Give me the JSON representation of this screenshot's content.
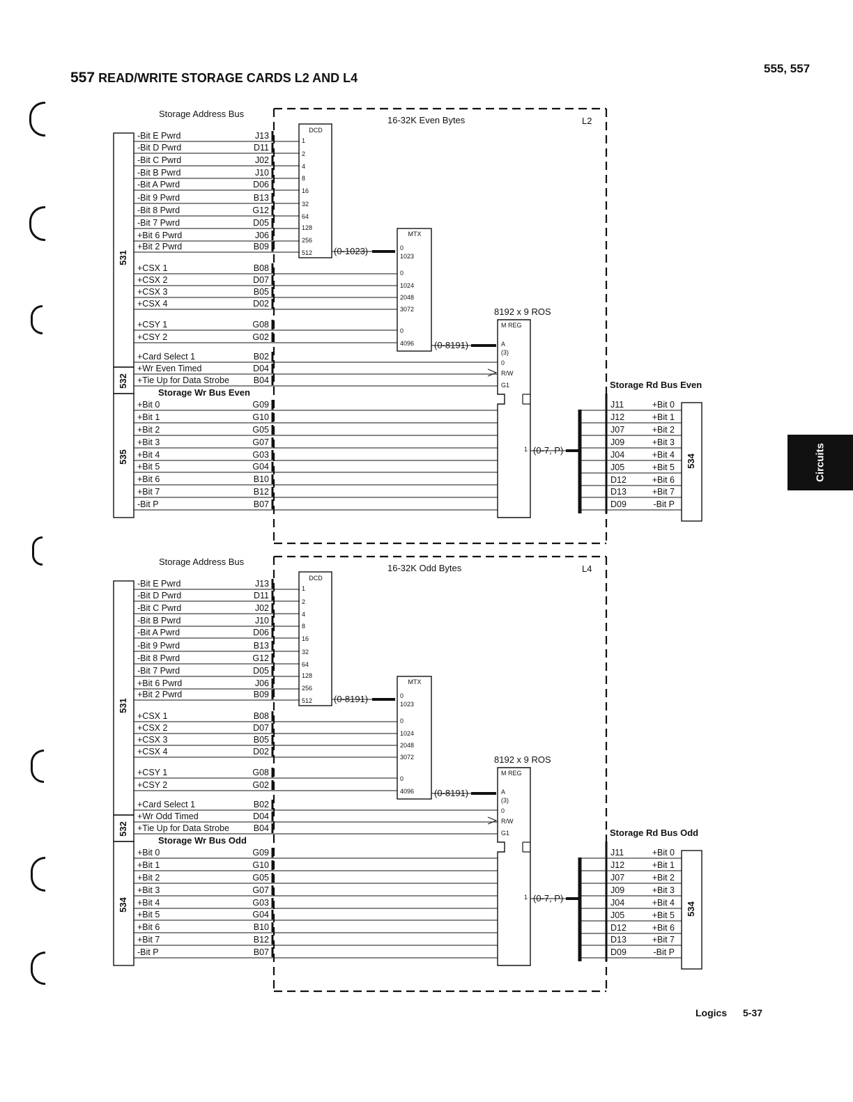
{
  "header": {
    "title_number": "557",
    "title_text": "READ/WRITE STORAGE CARDS L2 AND L4",
    "page_ref": "555, 557"
  },
  "side_tab": "Circuits",
  "footer": {
    "section": "Logics",
    "page": "5-37"
  },
  "blocks": [
    {
      "id": "l2",
      "board": "L2",
      "board_title": "16-32K Even Bytes",
      "addr_bus_label": "Storage Address Bus",
      "wr_bus_label": "Storage Wr Bus Even",
      "rd_bus_label": "Storage Rd Bus Even",
      "dcd_range": "(0-1023)",
      "mtx_range": "(0-8191)",
      "data_range": "(0-7, P)",
      "ros_title": "8192 x 9 ROS",
      "left_cards": [
        "531",
        "532",
        "535"
      ],
      "right_card": "534",
      "wr_timed_label": "+Wr Even Timed"
    },
    {
      "id": "l4",
      "board": "L4",
      "board_title": "16-32K Odd Bytes",
      "addr_bus_label": "Storage Address Bus",
      "wr_bus_label": "Storage Wr Bus Odd",
      "rd_bus_label": "Storage Rd Bus Odd",
      "dcd_range": "(0-8191)",
      "mtx_range": "(0-8191)",
      "data_range": "(0-7, P)",
      "ros_title": "8192 x 9 ROS",
      "left_cards": [
        "531",
        "532",
        "534"
      ],
      "right_card": "534",
      "wr_timed_label": "+Wr Odd Timed"
    }
  ],
  "addr_signals": [
    {
      "name": "-Bit E Pwrd",
      "pin": "J13"
    },
    {
      "name": "-Bit D Pwrd",
      "pin": "D11"
    },
    {
      "name": "-Bit C Pwrd",
      "pin": "J02"
    },
    {
      "name": "-Bit B Pwrd",
      "pin": "J10"
    },
    {
      "name": "-Bit A Pwrd",
      "pin": "D06"
    },
    {
      "name": "-Bit 9 Pwrd",
      "pin": "B13"
    },
    {
      "name": "-Bit 8 Pwrd",
      "pin": "G12"
    },
    {
      "name": "-Bit 7 Pwrd",
      "pin": "D05"
    },
    {
      "name": "+Bit 6 Pwrd",
      "pin": "J06"
    },
    {
      "name": "+Bit 2 Pwrd",
      "pin": "B09"
    }
  ],
  "csx_signals": [
    {
      "name": "+CSX 1",
      "pin": "B08"
    },
    {
      "name": "+CSX 2",
      "pin": "D07"
    },
    {
      "name": "+CSX 3",
      "pin": "B05"
    },
    {
      "name": "+CSX 4",
      "pin": "D02"
    }
  ],
  "csy_signals": [
    {
      "name": "+CSY 1",
      "pin": "G08"
    },
    {
      "name": "+CSY 2",
      "pin": "G02"
    }
  ],
  "control_signals": [
    {
      "name": "+Card Select 1",
      "pin": "B02"
    },
    {
      "name": "+Wr Timed",
      "pin": "D04"
    },
    {
      "name": "+Tie Up for Data Strobe",
      "pin": "B04"
    }
  ],
  "wr_bus_signals": [
    {
      "name": "+Bit 0",
      "pin": "G09"
    },
    {
      "name": "+Bit 1",
      "pin": "G10"
    },
    {
      "name": "+Bit 2",
      "pin": "G05"
    },
    {
      "name": "+Bit 3",
      "pin": "G07"
    },
    {
      "name": "+Bit 4",
      "pin": "G03"
    },
    {
      "name": "+Bit 5",
      "pin": "G04"
    },
    {
      "name": "+Bit 6",
      "pin": "B10"
    },
    {
      "name": "+Bit 7",
      "pin": "B12"
    },
    {
      "name": "-Bit P",
      "pin": "B07"
    }
  ],
  "rd_bus_signals": [
    {
      "name": "+Bit 0",
      "pin": "J11"
    },
    {
      "name": "+Bit 1",
      "pin": "J12"
    },
    {
      "name": "+Bit 2",
      "pin": "J07"
    },
    {
      "name": "+Bit 3",
      "pin": "J09"
    },
    {
      "name": "+Bit 4",
      "pin": "J04"
    },
    {
      "name": "+Bit 5",
      "pin": "J05"
    },
    {
      "name": "+Bit 6",
      "pin": "D12"
    },
    {
      "name": "+Bit 7",
      "pin": "D13"
    },
    {
      "name": "-Bit P",
      "pin": "D09"
    }
  ],
  "dcd": {
    "label": "DCD",
    "inputs": [
      "1",
      "2",
      "4",
      "8",
      "16",
      "32",
      "64",
      "128",
      "256",
      "512"
    ]
  },
  "mtx": {
    "label": "MTX",
    "inputs": [
      "0",
      "1023",
      "0",
      "1024",
      "2048",
      "3072",
      "0",
      "4096"
    ]
  },
  "mreg": {
    "label": "M REG",
    "pins": [
      "A",
      "(3)",
      "0",
      "R/W",
      "G1"
    ],
    "data_pin": "1"
  }
}
